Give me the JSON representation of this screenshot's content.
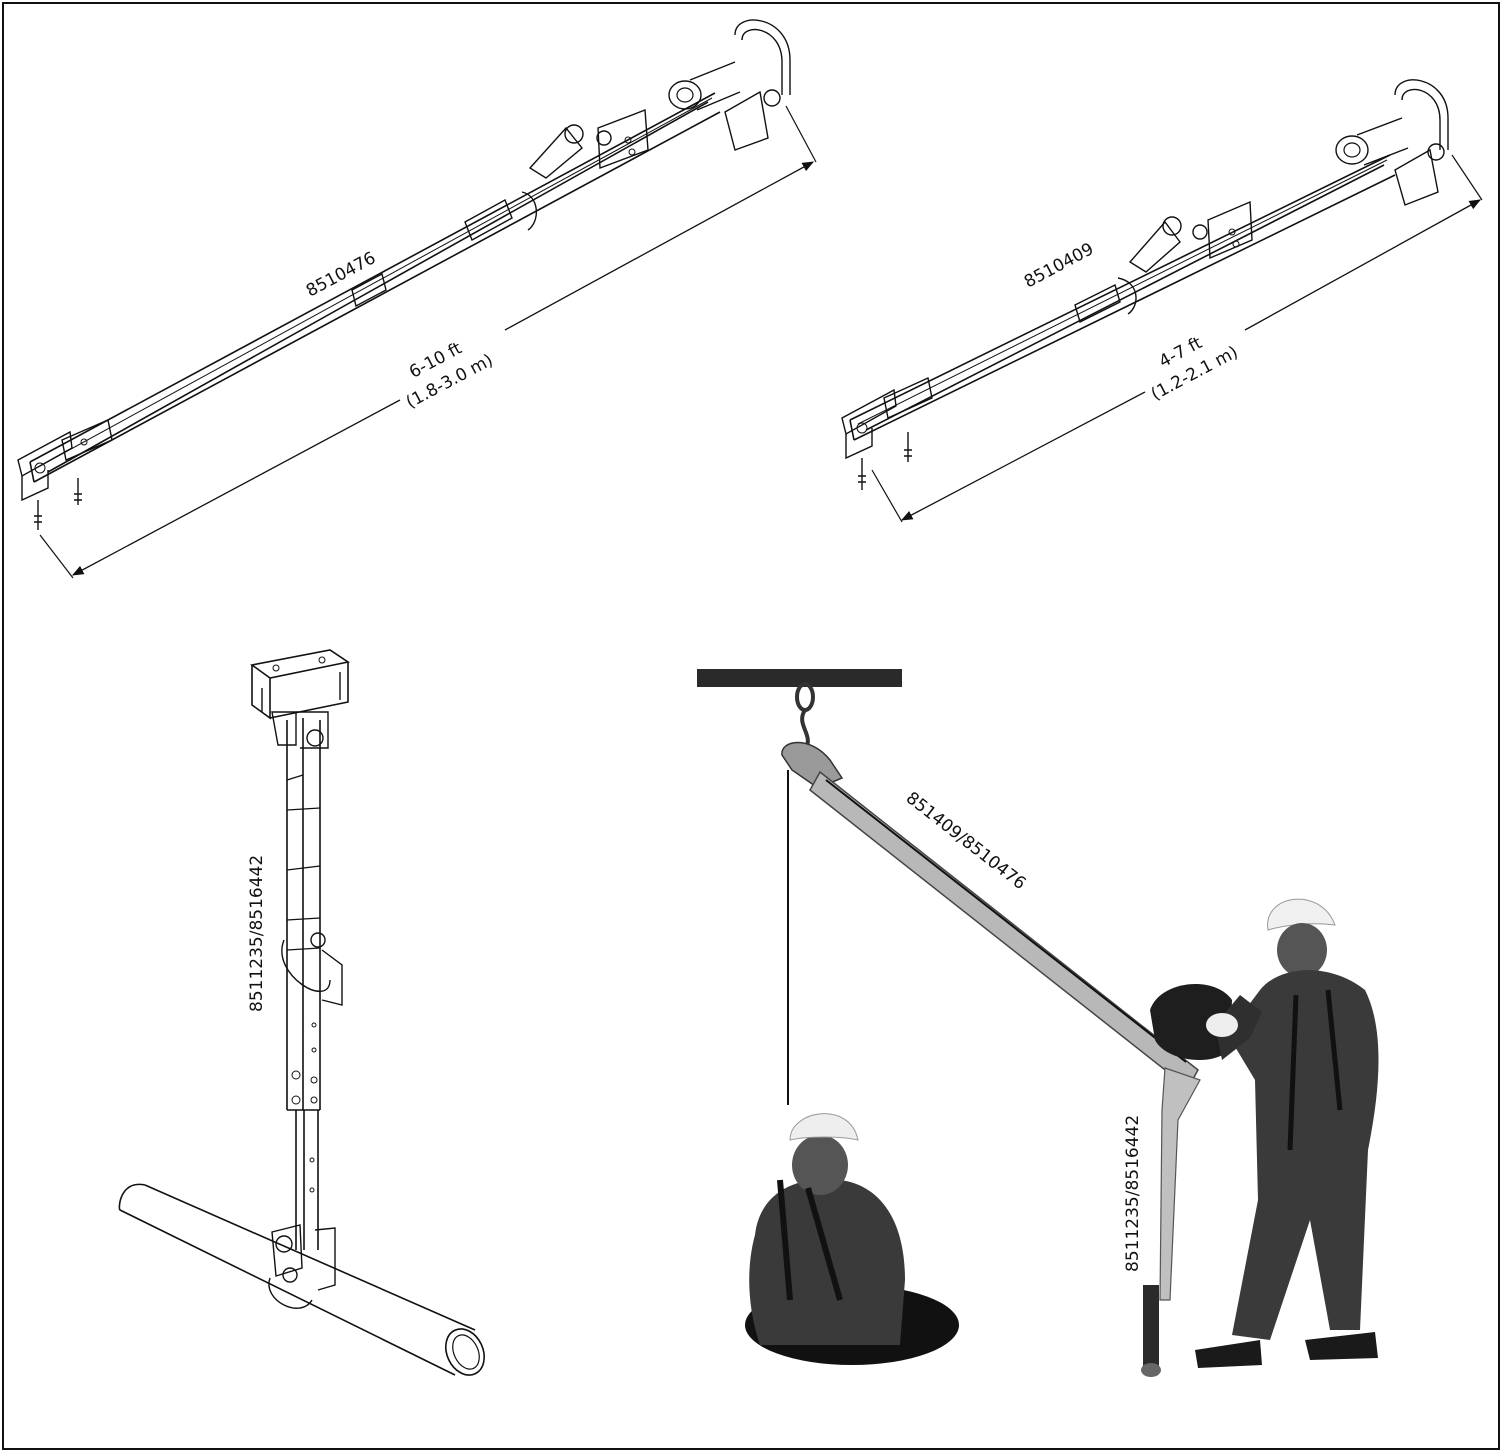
{
  "labels": {
    "beam_long_part": "8510476",
    "beam_long_length_ft": "6-10 ft",
    "beam_long_length_m": "(1.8-3.0 m)",
    "beam_short_part": "8510409",
    "beam_short_length_ft": "4-7 ft",
    "beam_short_length_m": "(1.2-2.1 m)",
    "upright_part": "8511235/8516442",
    "scene_beam_part": "851409/8510476",
    "scene_upright_part": "8511235/8516442"
  },
  "colors": {
    "line": "#111111",
    "steel": "#ffffff",
    "dark_fill": "#2a2a2a",
    "clothing": "#3a3a3a",
    "helmet": "#f2f2f2"
  }
}
